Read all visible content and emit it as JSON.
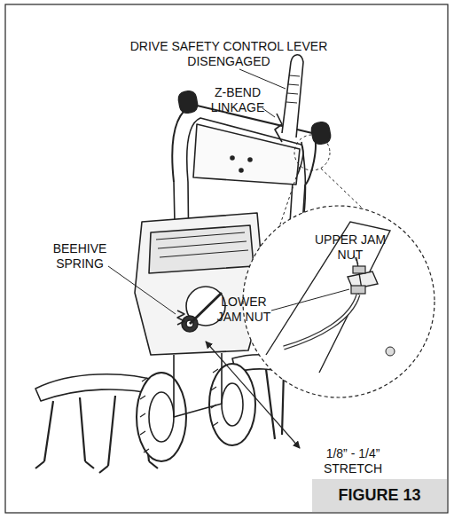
{
  "diagram": {
    "nodes": [
      {
        "text": [
          "FIGURE 13"
        ]
      }
    ],
    "labels": [
      "DRIVE SAFETY CONTROL LEVER DISENGAGED",
      "Z-BEND LINKAGE",
      "UPPER JAM NUT",
      "LOWER JAM NUT",
      "BEEHIVE SPRING",
      "1/8” - 1/4” STRETCH"
    ]
  }
}
